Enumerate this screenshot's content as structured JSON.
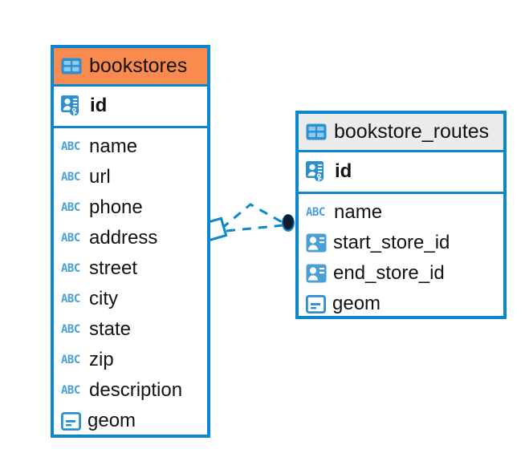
{
  "diagram": {
    "type": "entity-relationship-diagram",
    "background_color": "#ffffff",
    "accent_color": "#0b87ce",
    "highlight_color": "#f98b4f",
    "icon_blue": "#4a9fd8"
  },
  "entities": [
    {
      "name": "bookstores",
      "header_icon": "table-icon",
      "header_color": "#f98b4f",
      "primary_keys": [
        {
          "label": "id",
          "icon": "primary-key-icon"
        }
      ],
      "columns": [
        {
          "label": "name",
          "icon": "abc-text-icon"
        },
        {
          "label": "url",
          "icon": "abc-text-icon"
        },
        {
          "label": "phone",
          "icon": "abc-text-icon"
        },
        {
          "label": "address",
          "icon": "abc-text-icon"
        },
        {
          "label": "street",
          "icon": "abc-text-icon"
        },
        {
          "label": "city",
          "icon": "abc-text-icon"
        },
        {
          "label": "state",
          "icon": "abc-text-icon"
        },
        {
          "label": "zip",
          "icon": "abc-text-icon"
        },
        {
          "label": "description",
          "icon": "abc-text-icon"
        },
        {
          "label": "geom",
          "icon": "geometry-icon"
        }
      ]
    },
    {
      "name": "bookstore_routes",
      "header_icon": "table-icon",
      "header_color": "#ebebeb",
      "primary_keys": [
        {
          "label": "id",
          "icon": "primary-key-icon"
        }
      ],
      "columns": [
        {
          "label": "name",
          "icon": "abc-text-icon"
        },
        {
          "label": "start_store_id",
          "icon": "foreign-key-icon"
        },
        {
          "label": "end_store_id",
          "icon": "foreign-key-icon"
        },
        {
          "label": "geom",
          "icon": "geometry-icon"
        }
      ]
    }
  ],
  "relationship": {
    "from_entity": "bookstores",
    "to_entity": "bookstore_routes",
    "from_marker": "diamond-open-marker",
    "to_marker": "filled-circle-marker",
    "line_style": "dashed",
    "line_color": "#0b87ce"
  },
  "abc_icon_text": "ABC"
}
